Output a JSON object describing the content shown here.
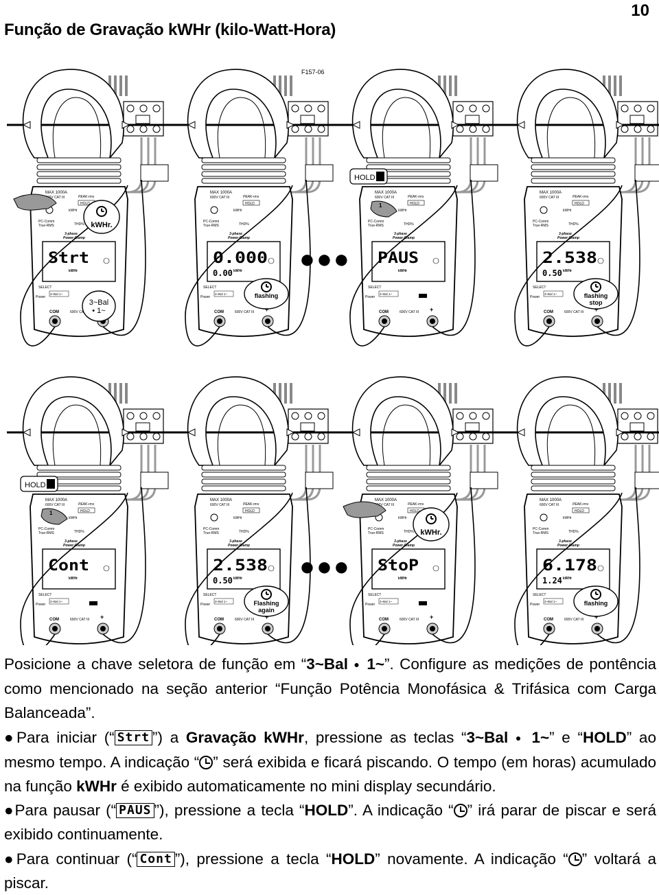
{
  "page_number": "10",
  "title": "Função de Gravação kWHr (kilo-Watt-Hora)",
  "figure_code": "F157-06",
  "meter_labels": {
    "max": "MAX 1000A",
    "cat": "600V CAT III",
    "peak": "PEAK-rms",
    "hold": "HOLD",
    "pc_comm": "PC-Comm",
    "true_rms": "True-RMS",
    "thd": "THD%",
    "three_phase": "3-phase",
    "power_clamp": "Power-Clamp",
    "select": "SELECT",
    "power": "Power",
    "bal": "3~Bal 1~",
    "com": "COM",
    "kwhr": "kWHr",
    "plus": "+"
  },
  "meters_row1": [
    {
      "main": "Strt",
      "sub": "",
      "ann_clock": "kWHr.",
      "ann_bottom": "3~Bal\n• 1~"
    },
    {
      "main": "0.000",
      "sub": "0.00",
      "ann_bottom": "flashing"
    },
    {
      "main": "PAUS",
      "sub": "",
      "ann_top": "HOLD"
    },
    {
      "main": "2.538",
      "sub": "0.50",
      "ann_bottom": "flashing\nstop"
    }
  ],
  "meters_row2": [
    {
      "main": "Cont",
      "sub": "",
      "ann_top": "HOLD"
    },
    {
      "main": "2.538",
      "sub": "0.50",
      "ann_bottom": "Flashing\nagain"
    },
    {
      "main": "StoP",
      "sub": "",
      "ann_clock": "kWHr."
    },
    {
      "main": "6.178",
      "sub": "1.24",
      "ann_bottom": "flashing"
    }
  ],
  "ellipsis": "●●●",
  "text": {
    "p1_a": "Posicione a chave seletora de função em “",
    "p1_b": "3~Bal",
    "p1_c": "1~",
    "p1_d": "”. Configure as medições de pontência como mencionado na seção anterior “Função Potência Monofásica & Trifásica com Carga Balanceada”.",
    "p2_a": "Para iniciar (“",
    "p2_lcd": "Strt",
    "p2_b": "”) a ",
    "p2_c": "Gravação kWHr",
    "p2_d": ", pressione as teclas “",
    "p2_e": "3~Bal",
    "p2_f": "1~",
    "p2_g": "” e “",
    "p2_h": "HOLD",
    "p2_i": "” ao mesmo tempo. A indicação “",
    "p2_j": "” será exibida e ficará piscando. O tempo (em horas) acumulado na função ",
    "p2_k": "kWHr",
    "p2_l": " é exibido automaticamente no mini display secundário.",
    "p3_a": "Para pausar (“",
    "p3_lcd": "PAUS",
    "p3_b": "”), pressione a tecla “",
    "p3_c": "HOLD",
    "p3_d": "”. A indicação “",
    "p3_e": "” irá parar de piscar e será exibido continuamente.",
    "p4_a": "Para continuar (“",
    "p4_lcd": "Cont",
    "p4_b": "”), pressione a tecla “",
    "p4_c": "HOLD",
    "p4_d": "” novamente. A indicação “",
    "p4_e": "” voltará a piscar."
  }
}
